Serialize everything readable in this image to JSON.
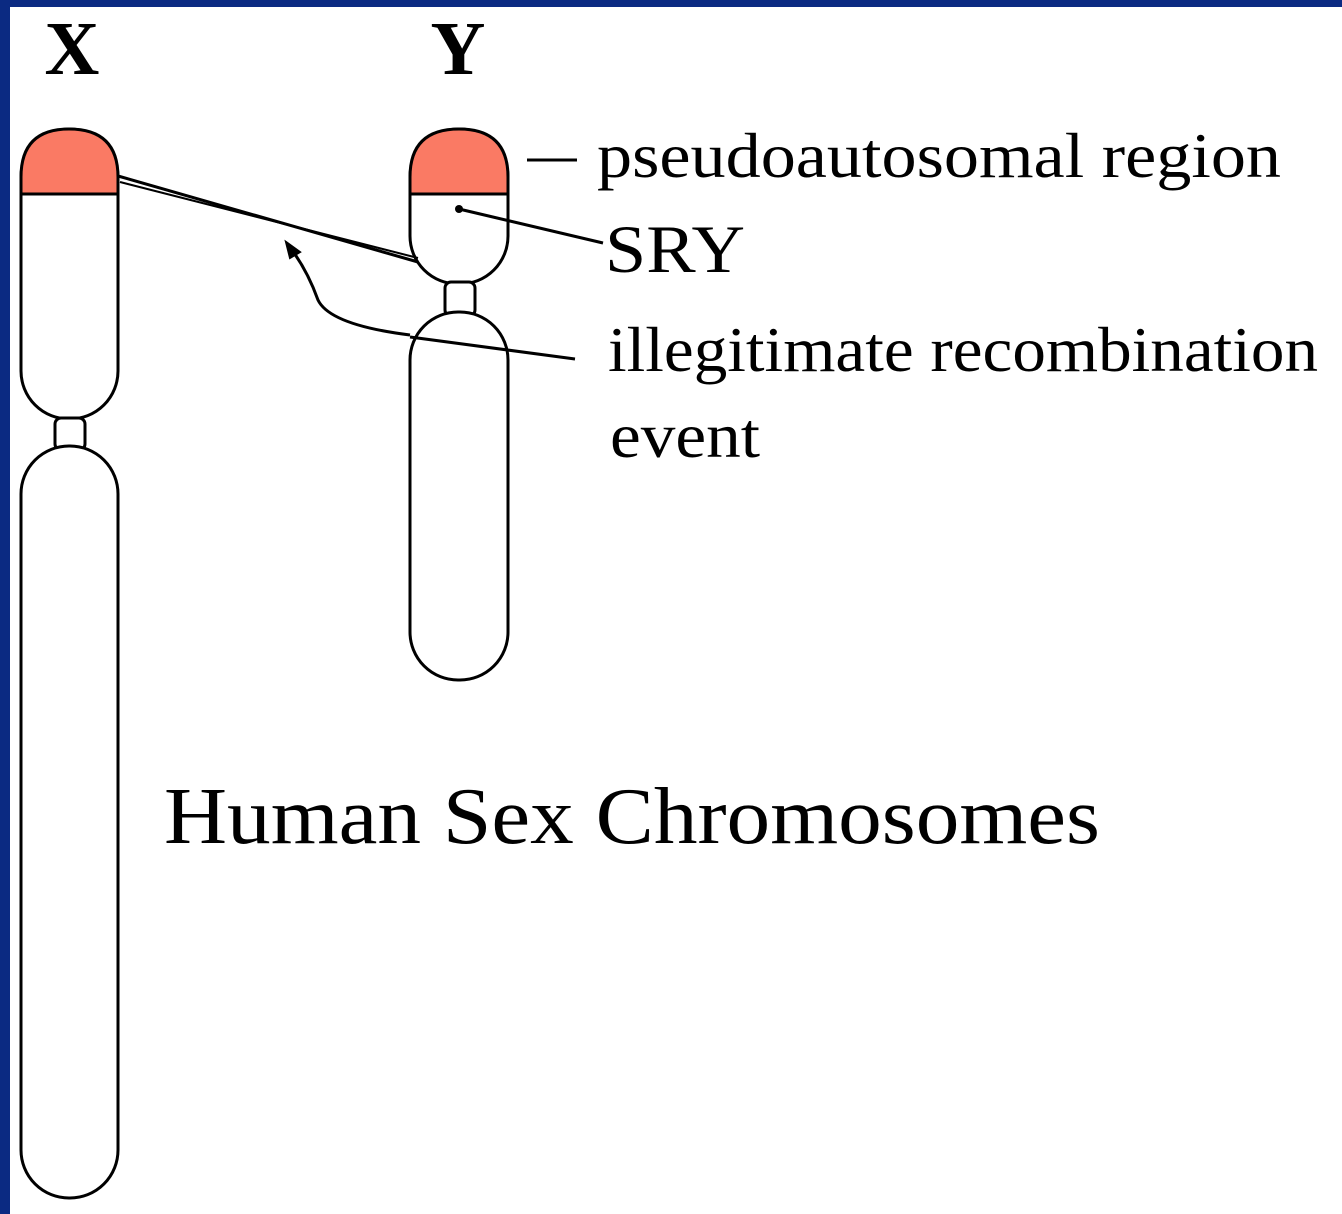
{
  "diagram": {
    "title": "Human Sex Chromosomes",
    "chromosome_x_label": "X",
    "chromosome_y_label": "Y",
    "annotations": {
      "pseudoautosomal": "pseudoautosomal region",
      "sry": "SRY",
      "recombination_line1": "illegitimate recombination",
      "recombination_line2": "event"
    }
  },
  "colors": {
    "pseudoautosomal_fill": "#fa7a64",
    "outline": "#000000",
    "background": "#ffffff",
    "border": "#0b2a82"
  }
}
